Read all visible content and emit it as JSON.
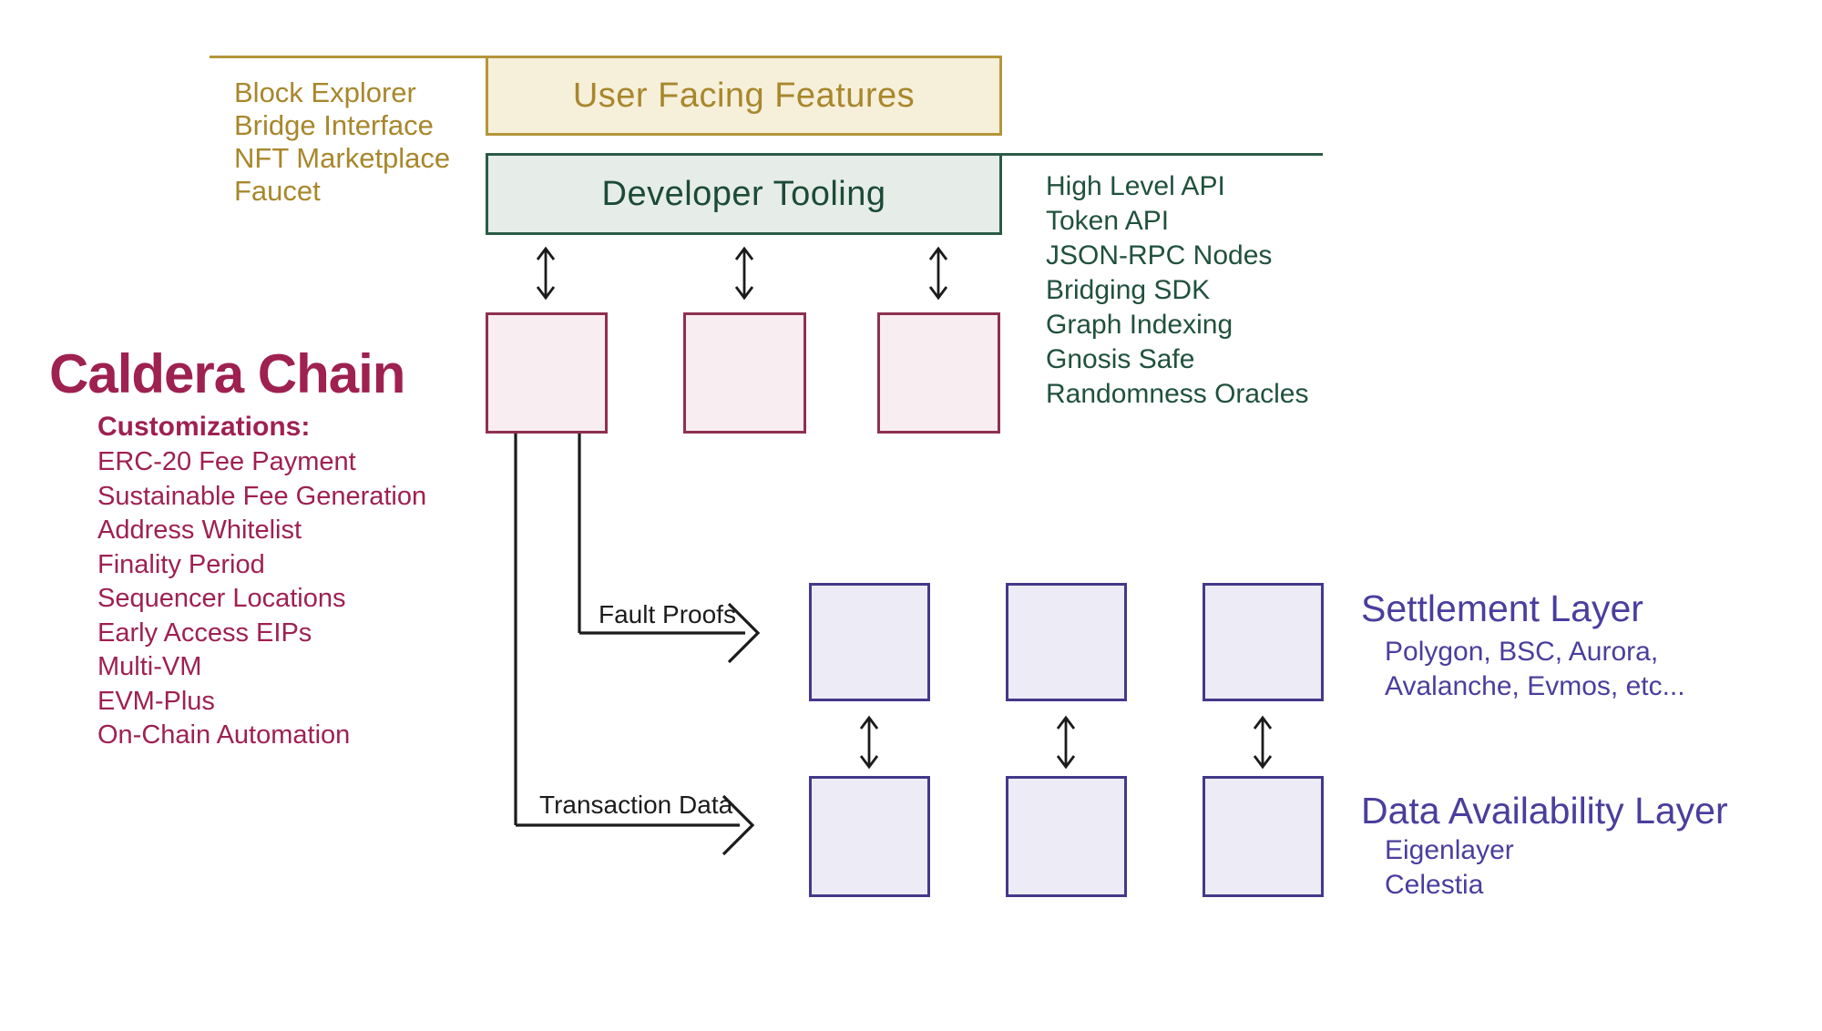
{
  "colors": {
    "gold": "#a8872c",
    "gold_border": "#b3953a",
    "user_facing_fill": "#f6efda",
    "dark_green": "#1b4b38",
    "dev_border": "#2b5a46",
    "dev_fill": "#e6ece7",
    "maroon": "#9e2150",
    "pink_border": "#8e3051",
    "pink_fill": "#f8edf0",
    "purple": "#4a3e9d",
    "purple_border": "#43398a",
    "purple_fill": "#edebf6",
    "connector_black": "#1b1b1b"
  },
  "icons": {
    "double_arrow": "updown-double-arrow",
    "flow_arrow": "right-flow-arrow"
  },
  "top": {
    "user_facing_title": "User Facing Features",
    "user_facing_list": [
      "Block Explorer",
      "Bridge Interface",
      "NFT Marketplace",
      "Faucet"
    ],
    "developer_title": "Developer Tooling",
    "developer_list": [
      "High Level API",
      "Token API",
      "JSON-RPC Nodes",
      "Bridging SDK",
      "Graph Indexing",
      "Gnosis Safe",
      "Randomness Oracles"
    ]
  },
  "caldera": {
    "title": "Caldera Chain",
    "subtitle": "Customizations:",
    "items": [
      "ERC-20 Fee Payment",
      "Sustainable Fee Generation",
      "Address Whitelist",
      "Finality Period",
      "Sequencer Locations",
      "Early Access EIPs",
      "Multi-VM",
      "EVM-Plus",
      "On-Chain Automation"
    ]
  },
  "connectors": {
    "fault_proofs_label": "Fault Proofs",
    "transaction_data_label": "Transaction Data"
  },
  "settlement": {
    "title": "Settlement Layer",
    "lines": [
      "Polygon, BSC, Aurora,",
      "Avalanche, Evmos, etc..."
    ]
  },
  "data_availability": {
    "title": "Data Availability Layer",
    "lines": [
      "Eigenlayer",
      "Celestia"
    ]
  }
}
